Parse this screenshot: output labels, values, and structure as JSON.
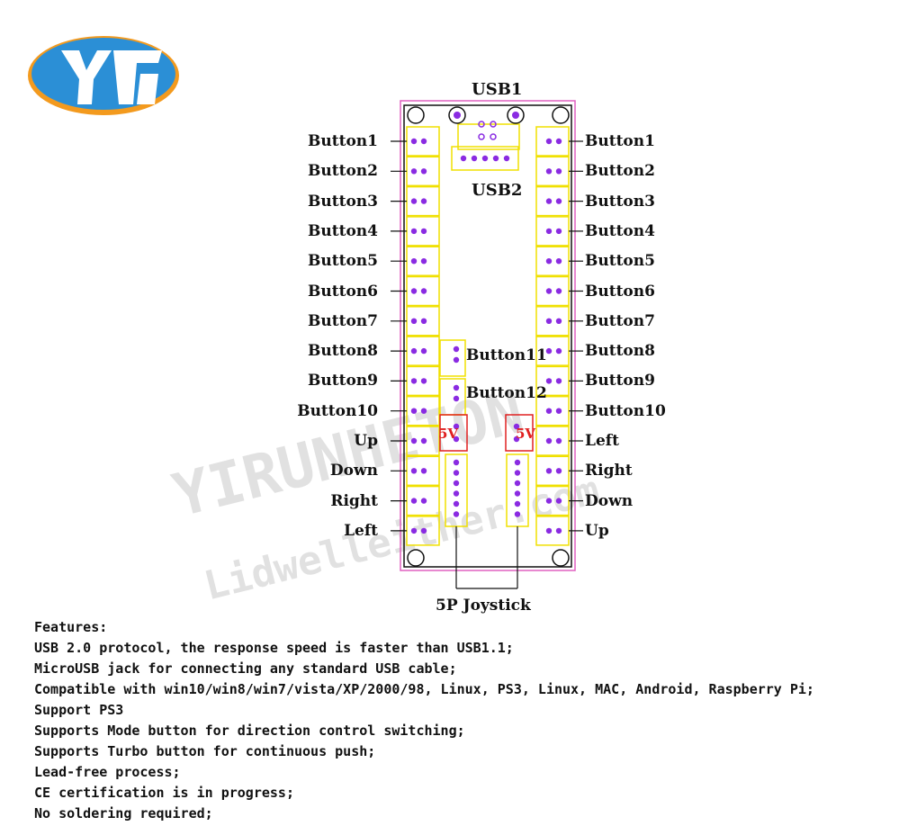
{
  "logo": {
    "text": "YR"
  },
  "board": {
    "usb1_label": "USB1",
    "usb2_label": "USB2",
    "left_labels": [
      "Button1",
      "Button2",
      "Button3",
      "Button4",
      "Button5",
      "Button6",
      "Button7",
      "Button8",
      "Button9",
      "Button10",
      "Up",
      "Down",
      "Right",
      "Left"
    ],
    "right_labels": [
      "Button1",
      "Button2",
      "Button3",
      "Button4",
      "Button5",
      "Button6",
      "Button7",
      "Button8",
      "Button9",
      "Button10",
      "Left",
      "Right",
      "Down",
      "Up"
    ],
    "button11_label": "Button11",
    "button12_label": "Button12",
    "power_left_label": "5V",
    "power_right_label": "5V",
    "joystick_label": "5P Joystick"
  },
  "watermark": {
    "line1": "YIRUNHETON",
    "line2": "Lidwelleither.com"
  },
  "features": {
    "heading": "Features:",
    "items": [
      "USB 2.0 protocol, the response speed is faster than USB1.1;",
      "MicroUSB jack for connecting any standard USB cable;",
      "Compatible with win10/win8/win7/vista/XP/2000/98, Linux, PS3, Linux, MAC, Android, Raspberry Pi;",
      "Support PS3",
      "Supports Mode button for direction control switching;",
      "Supports Turbo button for continuous push;",
      "Lead-free process;",
      "CE certification is in progress;",
      "No soldering required;"
    ]
  },
  "colors": {
    "pcb_outline": "#e060c0",
    "connector": "#f0e000",
    "pin": "#8a2be2",
    "power": "#e02020",
    "logo_blue": "#2b8fd6",
    "logo_orange": "#f39a1e"
  }
}
